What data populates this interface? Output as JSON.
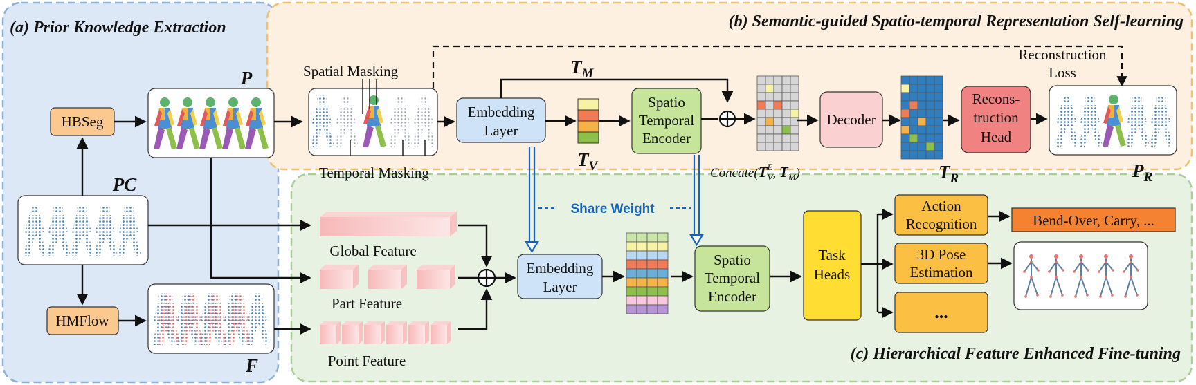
{
  "sections": {
    "prior": "(a) Prior Knowledge Extraction",
    "semantic": "(b) Semantic-guided Spatio-temporal Representation Self-learning",
    "hierarchical": "(c) Hierarchical Feature Enhanced Fine-tuning"
  },
  "nodes": {
    "hbseg": "HBSeg",
    "hmflow": "HMFlow",
    "embed1_l1": "Embedding",
    "embed1_l2": "Layer",
    "ste1_l1": "Spatio",
    "ste1_l2": "Temporal",
    "ste1_l3": "Encoder",
    "decoder": "Decoder",
    "recon_l1": "Recons-",
    "recon_l2": "truction",
    "recon_l3": "Head",
    "embed2_l1": "Embedding",
    "embed2_l2": "Layer",
    "ste2_l1": "Spatio",
    "ste2_l2": "Temporal",
    "ste2_l3": "Encoder",
    "task_l1": "Task",
    "task_l2": "Heads",
    "action_l1": "Action",
    "action_l2": "Recognition",
    "pose_l1": "3D Pose",
    "pose_l2": "Estimation",
    "more": "...",
    "action_out": "Bend-Over,  Carry, ..."
  },
  "labels": {
    "spatial_masking": "Spatial Masking",
    "temporal_masking": "Temporal Masking",
    "reconstruction_l1": "Reconstruction",
    "reconstruction_l2": "Loss",
    "concat_prefix": "Concate(",
    "concat_tv": "T",
    "concat_tv_sub": "V",
    "concat_tv_sup": "E",
    "concat_sep": ", ",
    "concat_tm": "T",
    "concat_tm_sub": "M",
    "concat_suffix": ")",
    "share_weight": "Share Weight",
    "global_feature": "Global Feature",
    "part_feature": "Part Feature",
    "point_feature": "Point Feature"
  },
  "symbols": {
    "P": "P",
    "PC": "PC",
    "F": "F",
    "TM": "T",
    "TM_sub": "M",
    "TV": "T",
    "TV_sub": "V",
    "TR": "T",
    "TR_sub": "R",
    "PR": "P",
    "PR_sub": "R"
  },
  "colors": {
    "prior_bg": "#dde8f7",
    "prior_border": "#8fb0d8",
    "semantic_bg": "#fdf0e1",
    "semantic_border": "#f0c06a",
    "hier_bg": "#e8f2e2",
    "hier_border": "#a9cf96",
    "orange_box": "#fbc890",
    "blue_box": "#cfe3f8",
    "green_box": "#c6e59a",
    "pink_box": "#fad0d0",
    "red_box": "#f08282",
    "yellow_box": "#ffdd33",
    "gold_box": "#fbbf44",
    "dark_orange": "#f58231",
    "share_blue": "#1565c0",
    "token_blue": "#2f7ec0"
  }
}
